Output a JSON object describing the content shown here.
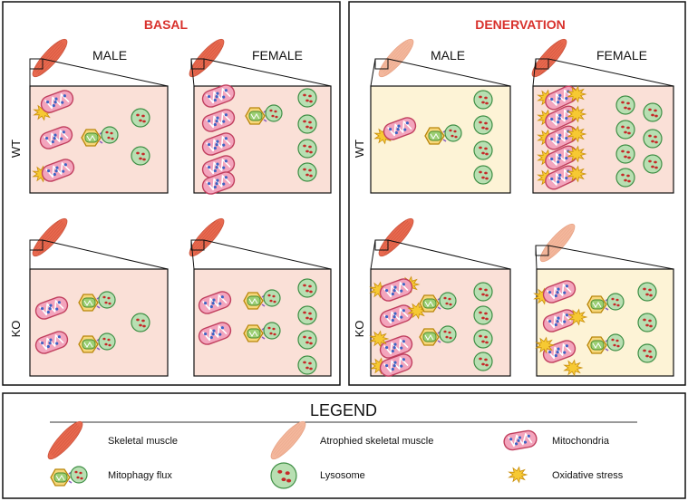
{
  "colors": {
    "muscle": "#e8694f",
    "atrophied_muscle": "#f3b79c",
    "basal_bg": "#fae0d7",
    "atrophy_bg": "#fdf3d6",
    "mito_fill": "#f3a5bd",
    "mito_stroke": "#c13f5e",
    "cristae_blue": "#3e62c4",
    "lyso_fill": "#b8dfb2",
    "lyso_stroke": "#3f8f45",
    "lyso_dot": "#c62828",
    "stress": "#f6c933",
    "title_red": "#d8312c"
  },
  "panels": {
    "basal": {
      "title": "BASAL",
      "male": "MALE",
      "female": "FEMALE"
    },
    "denervation": {
      "title": "DENERVATION",
      "male": "MALE",
      "female": "FEMALE"
    }
  },
  "rows": {
    "wt": "WT",
    "ko": "KO"
  },
  "legend": {
    "title": "LEGEND",
    "items": {
      "skeletal_muscle": "Skeletal muscle",
      "atrophied_muscle": "Atrophied skeletal muscle",
      "mitochondria": "Mitochondria",
      "mitophagy_flux": "Mitophagy flux",
      "lysosome": "Lysosome",
      "oxidative_stress": "Oxidative stress"
    }
  }
}
